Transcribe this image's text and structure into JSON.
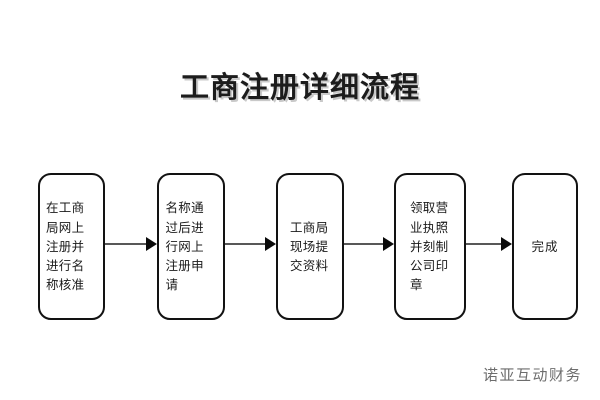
{
  "diagram": {
    "title": "工商注册详细流程",
    "watermark": "诺亚互动财务",
    "accent_colors": {
      "box_border": "#121212",
      "box_fill": "#ffffff",
      "arrow_shaft": "#585858",
      "arrow_head": "#0a0a0a",
      "title_text": "#1c1c1c",
      "title_shadow": "#c9c9c9",
      "watermark_text": "#6d6d6d",
      "background": "#ffffff"
    },
    "steps": [
      {
        "index": 1,
        "label": "在工商局网上注册并进行名称核准"
      },
      {
        "index": 2,
        "label": "名称通过后进行网上注册申请"
      },
      {
        "index": 3,
        "label": "工商局现场提交资料"
      },
      {
        "index": 4,
        "label": "领取营业执照并刻制公司印章"
      },
      {
        "index": 5,
        "label": "完成"
      }
    ],
    "connectors": [
      {
        "from": 1,
        "to": 2,
        "icon": "arrow-right-icon"
      },
      {
        "from": 2,
        "to": 3,
        "icon": "arrow-right-icon"
      },
      {
        "from": 3,
        "to": 4,
        "icon": "arrow-right-icon"
      },
      {
        "from": 4,
        "to": 5,
        "icon": "arrow-right-icon"
      }
    ]
  }
}
